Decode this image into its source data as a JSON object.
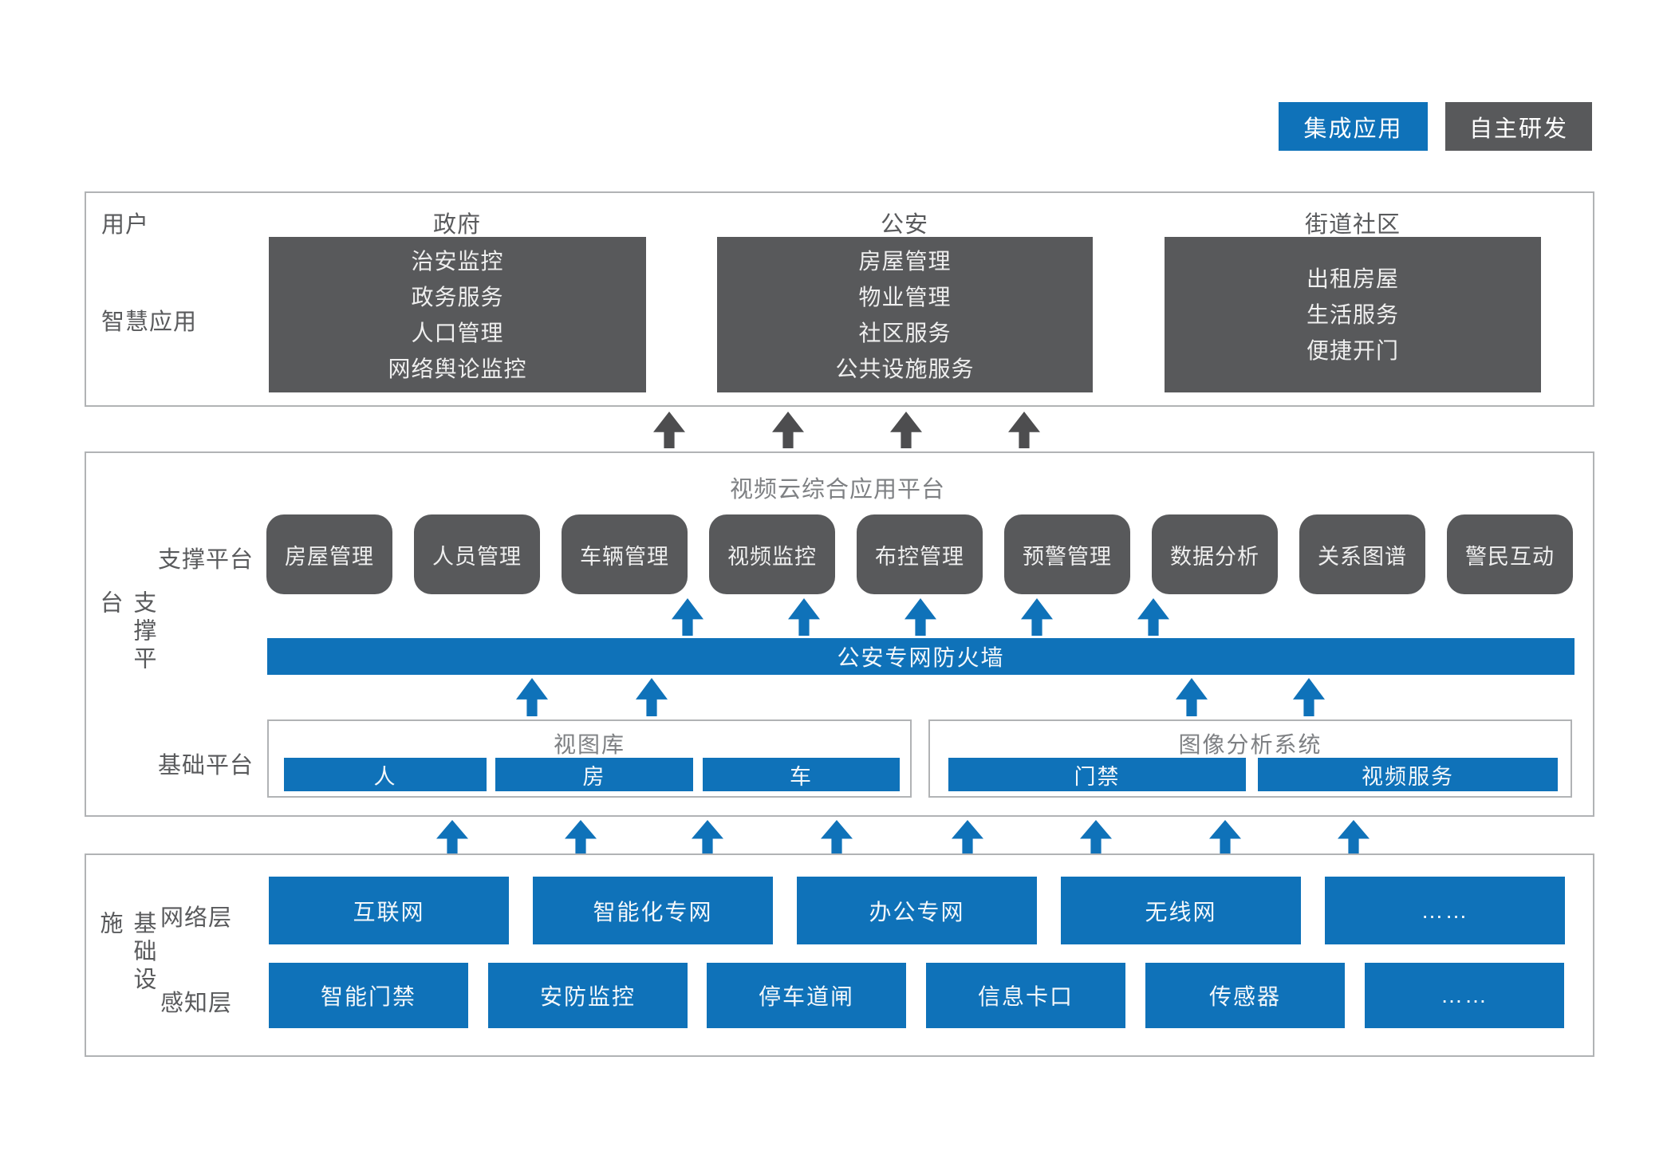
{
  "legend": {
    "integrated": "集成应用",
    "self_developed": "自主研发"
  },
  "colors": {
    "blue": "#0f72b9",
    "dark_gray": "#58595b",
    "border_gray": "#b1b3b5",
    "arrow_dark": "#4d4d4f"
  },
  "user_section": {
    "row_label_users": "用户",
    "row_label_apps": "智慧应用",
    "columns": [
      {
        "header": "政府",
        "items": [
          "治安监控",
          "政务服务",
          "人口管理",
          "网络舆论监控"
        ]
      },
      {
        "header": "公安",
        "items": [
          "房屋管理",
          "物业管理",
          "社区服务",
          "公共设施服务"
        ]
      },
      {
        "header": "街道社区",
        "items": [
          "出租房屋",
          "生活服务",
          "便捷开门"
        ]
      }
    ]
  },
  "support_section": {
    "side_label": "支撑平台",
    "title": "视频云综合应用平台",
    "row_label_support": "支撑平台",
    "platform_boxes": [
      "房屋管理",
      "人员管理",
      "车辆管理",
      "视频监控",
      "布控管理",
      "预警管理",
      "数据分析",
      "关系图谱",
      "警民互动"
    ],
    "firewall": "公安专网防火墙",
    "row_label_base": "基础平台",
    "view_library": {
      "title": "视图库",
      "items": [
        "人",
        "房",
        "车"
      ]
    },
    "image_analysis": {
      "title": "图像分析系统",
      "items": [
        "门禁",
        "视频服务"
      ]
    }
  },
  "infra_section": {
    "side_label": "基础设施",
    "network_layer": {
      "label": "网络层",
      "items": [
        "互联网",
        "智能化专网",
        "办公专网",
        "无线网",
        "……"
      ]
    },
    "sensing_layer": {
      "label": "感知层",
      "items": [
        "智能门禁",
        "安防监控",
        "停车道闸",
        "信息卡口",
        "传感器",
        "……"
      ]
    }
  }
}
